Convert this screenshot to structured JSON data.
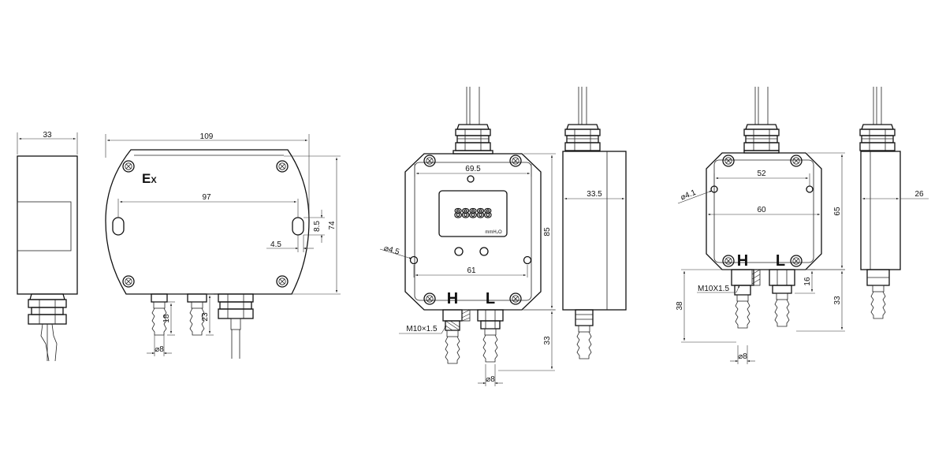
{
  "views": {
    "explosion_proof": {
      "side_width": "33",
      "front_width": "109",
      "inner_width": "97",
      "height": "74",
      "slot_height": "8.5",
      "slot_offset": "4.5",
      "marking": "E",
      "marking_sub": "X",
      "nipple_length_left": "18",
      "nipple_length_right": "23",
      "nipple_dia": "⌀8"
    },
    "display_type": {
      "width": "69.5",
      "hole_spacing": "61",
      "height": "85",
      "depth": "33.5",
      "hole_dia": "⌀4.5",
      "thread": "M10×1.5",
      "nipple_length": "33",
      "nipple_dia": "⌀8",
      "port_high": "H",
      "port_low": "L",
      "lcd_digits": "88888",
      "lcd_unit": "mmH₂O"
    },
    "standard_type": {
      "hole_spacing": "52",
      "width": "60",
      "height": "65",
      "depth": "26",
      "hole_dia": "⌀4.1",
      "thread": "M10X1.5",
      "port_height": "16",
      "overall_length": "38",
      "nipple_length": "33",
      "nipple_dia": "⌀8",
      "port_high": "H",
      "port_low": "L"
    }
  }
}
